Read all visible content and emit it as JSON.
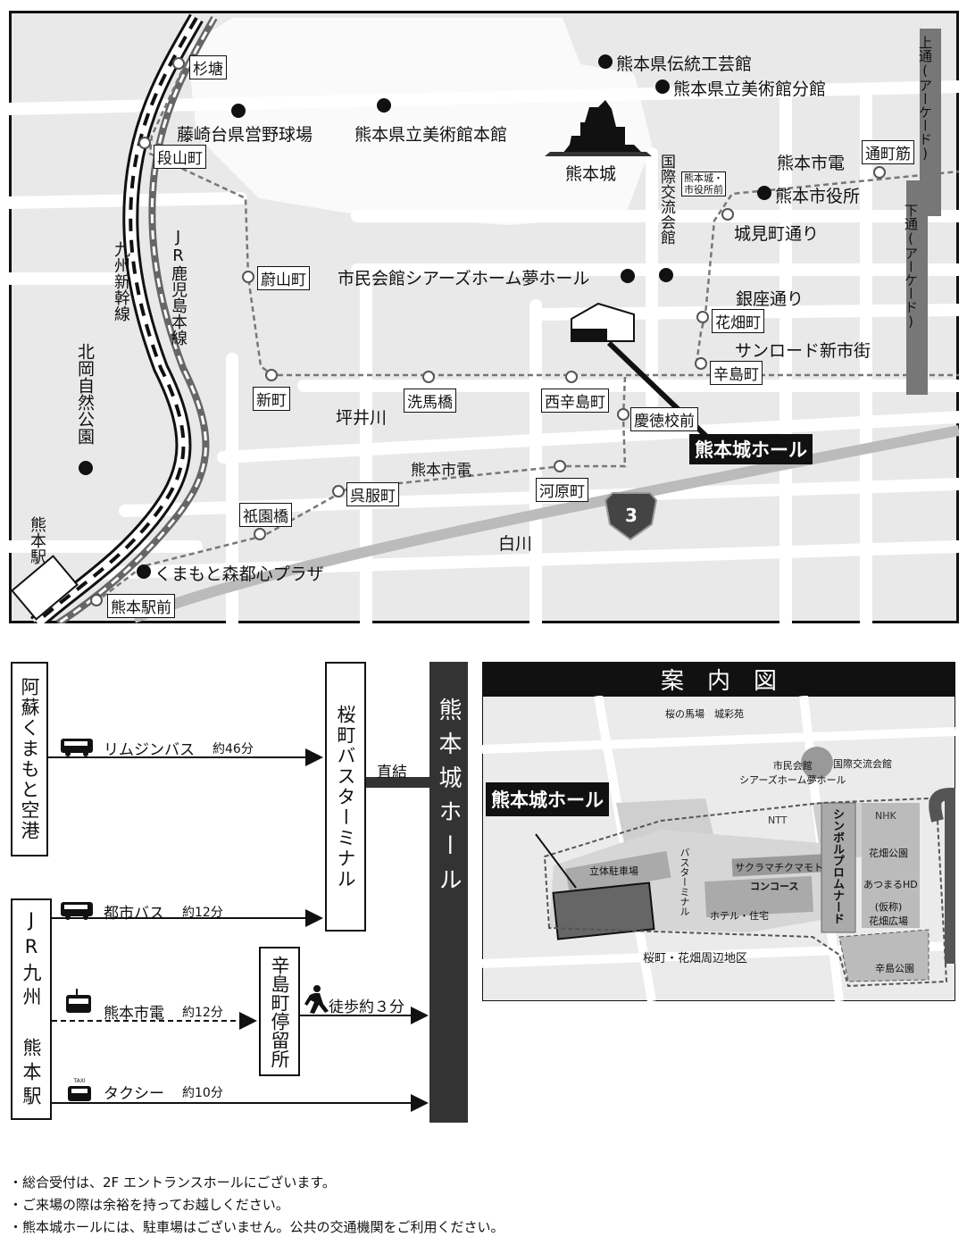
{
  "map": {
    "landmarks": {
      "sugido": "杉塘",
      "fujisaki": "藤崎台県営野球場",
      "art_main": "熊本県立美術館本館",
      "crafts": "熊本県伝統工芸館",
      "art_branch": "熊本県立美術館分館",
      "castle": "熊本城",
      "intl_v": "国際交流会館",
      "city_office": "熊本市役所",
      "shiromi": "城見町通り",
      "civic": "市民会館シアーズホーム夢ホール",
      "ginza": "銀座通り",
      "sunroad": "サンロード新市街",
      "tsuboi": "坪井川",
      "shirakawa": "白川",
      "kitaoka_v": "北岡自然公園",
      "kumamoto_st_v": "熊本駅",
      "plaza": "くまもと森都心プラザ",
      "tram_top": "熊本市電",
      "tram_bottom": "熊本市電",
      "kyushu_v": "九州新幹線",
      "jr_v": "JR鹿児島本線",
      "kamitori_v": "上通(アーケード)",
      "shimotori_v": "下通(アーケード)",
      "hall_label": "熊本城ホール",
      "route3": "3"
    },
    "stops": {
      "dansan": "段山町",
      "kamiyama": "蔚山町",
      "shinmachi": "新町",
      "araibashi": "洗馬橋",
      "nishikarashima": "西辛島町",
      "keitoku": "慶徳校前",
      "karashima": "辛島町",
      "hanabata": "花畑町",
      "castle_stop_1": "熊本城・",
      "castle_stop_2": "市役所前",
      "toricho": "通町筋",
      "gofuku": "呉服町",
      "kawara": "河原町",
      "gion": "祇園橋",
      "ekimae": "熊本駅前"
    }
  },
  "access": {
    "airport_v": "阿蘇くまもと空港",
    "jr_station_v": "JR九州 熊本駅",
    "bus_terminal_v": "桜町バスターミナル",
    "tram_stop_v": "辛島町停留所",
    "hall_v": "熊本城ホール",
    "direct": "直結",
    "limousine": "リムジンバス",
    "limousine_time": "約46分",
    "citybus": "都市バス",
    "citybus_time": "約12分",
    "tram": "熊本市電",
    "tram_time": "約12分",
    "taxi": "タクシー",
    "taxi_time": "約10分",
    "walk": "徒歩約３分",
    "taxi_sign": "TAXI"
  },
  "guide": {
    "title": "案　内　図",
    "sakuranobaba": "桜の馬場　城彩苑",
    "civic_1": "市民会館",
    "civic_2": "シアーズホーム夢ホール",
    "intl": "国際交流会館",
    "ntt": "NTT",
    "nhk": "NHK",
    "symbol_v": "シンボルプロムナード",
    "hanabata_park": "花畑公園",
    "atsumaru": "あつまるHD",
    "hanabata_sq_1": "(仮称)",
    "hanabata_sq_2": "花畑広場",
    "parking": "立体駐車場",
    "busterm_v": "バスターミナル",
    "sakuramachi_moto": "サクラマチクマモト",
    "concourse": "コンコース",
    "hotel": "ホテル・住宅",
    "district": "桜町・花畑周辺地区",
    "karashima_park": "辛島公園",
    "hall_label": "熊本城ホール"
  },
  "notes": [
    "・総合受付は、2F エントランスホールにございます。",
    "・ご来場の際は余裕を持ってお越しください。",
    "・熊本城ホールには、駐車場はございません。公共の交通機関をご利用ください。"
  ]
}
